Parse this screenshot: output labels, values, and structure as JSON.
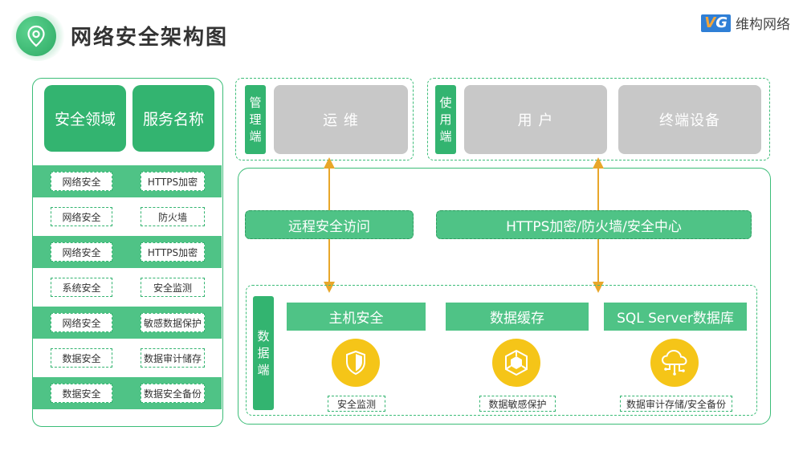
{
  "header": {
    "title": "网络安全架构图",
    "brand_mark_v": "V",
    "brand_mark_g": "G",
    "brand_name": "维构网络"
  },
  "left_table": {
    "headers": [
      "安全领域",
      "服务名称"
    ],
    "rows": [
      {
        "domain": "网络安全",
        "service": "HTTPS加密"
      },
      {
        "domain": "网络安全",
        "service": "防火墙"
      },
      {
        "domain": "网络安全",
        "service": "HTTPS加密"
      },
      {
        "domain": "系统安全",
        "service": "安全监测"
      },
      {
        "domain": "网络安全",
        "service": "敏感数据保护"
      },
      {
        "domain": "数据安全",
        "service": "数据审计储存"
      },
      {
        "domain": "数据安全",
        "service": "数据安全备份"
      }
    ]
  },
  "mgmt": {
    "label": "管理端",
    "items": [
      "运 维"
    ]
  },
  "use": {
    "label": "使用端",
    "items": [
      "用 户",
      "终端设备"
    ]
  },
  "links": {
    "remote": "远程安全访问",
    "https": "HTTPS加密/防火墙/安全中心"
  },
  "data_side": {
    "label": "数据端",
    "services": [
      {
        "name": "主机安全",
        "tag": "安全监测",
        "icon": "shield-icon"
      },
      {
        "name": "数据缓存",
        "tag": "数据敏感保护",
        "icon": "cube-icon"
      },
      {
        "name": "SQL Server数据库",
        "tag": "数据审计存储/安全备份",
        "icon": "cloud-icon"
      }
    ]
  },
  "colors": {
    "green": "#33b470",
    "green_light": "#4fc386",
    "gray": "#c8c8c8",
    "yellow": "#f5c518",
    "arrow": "#e8a72a"
  }
}
